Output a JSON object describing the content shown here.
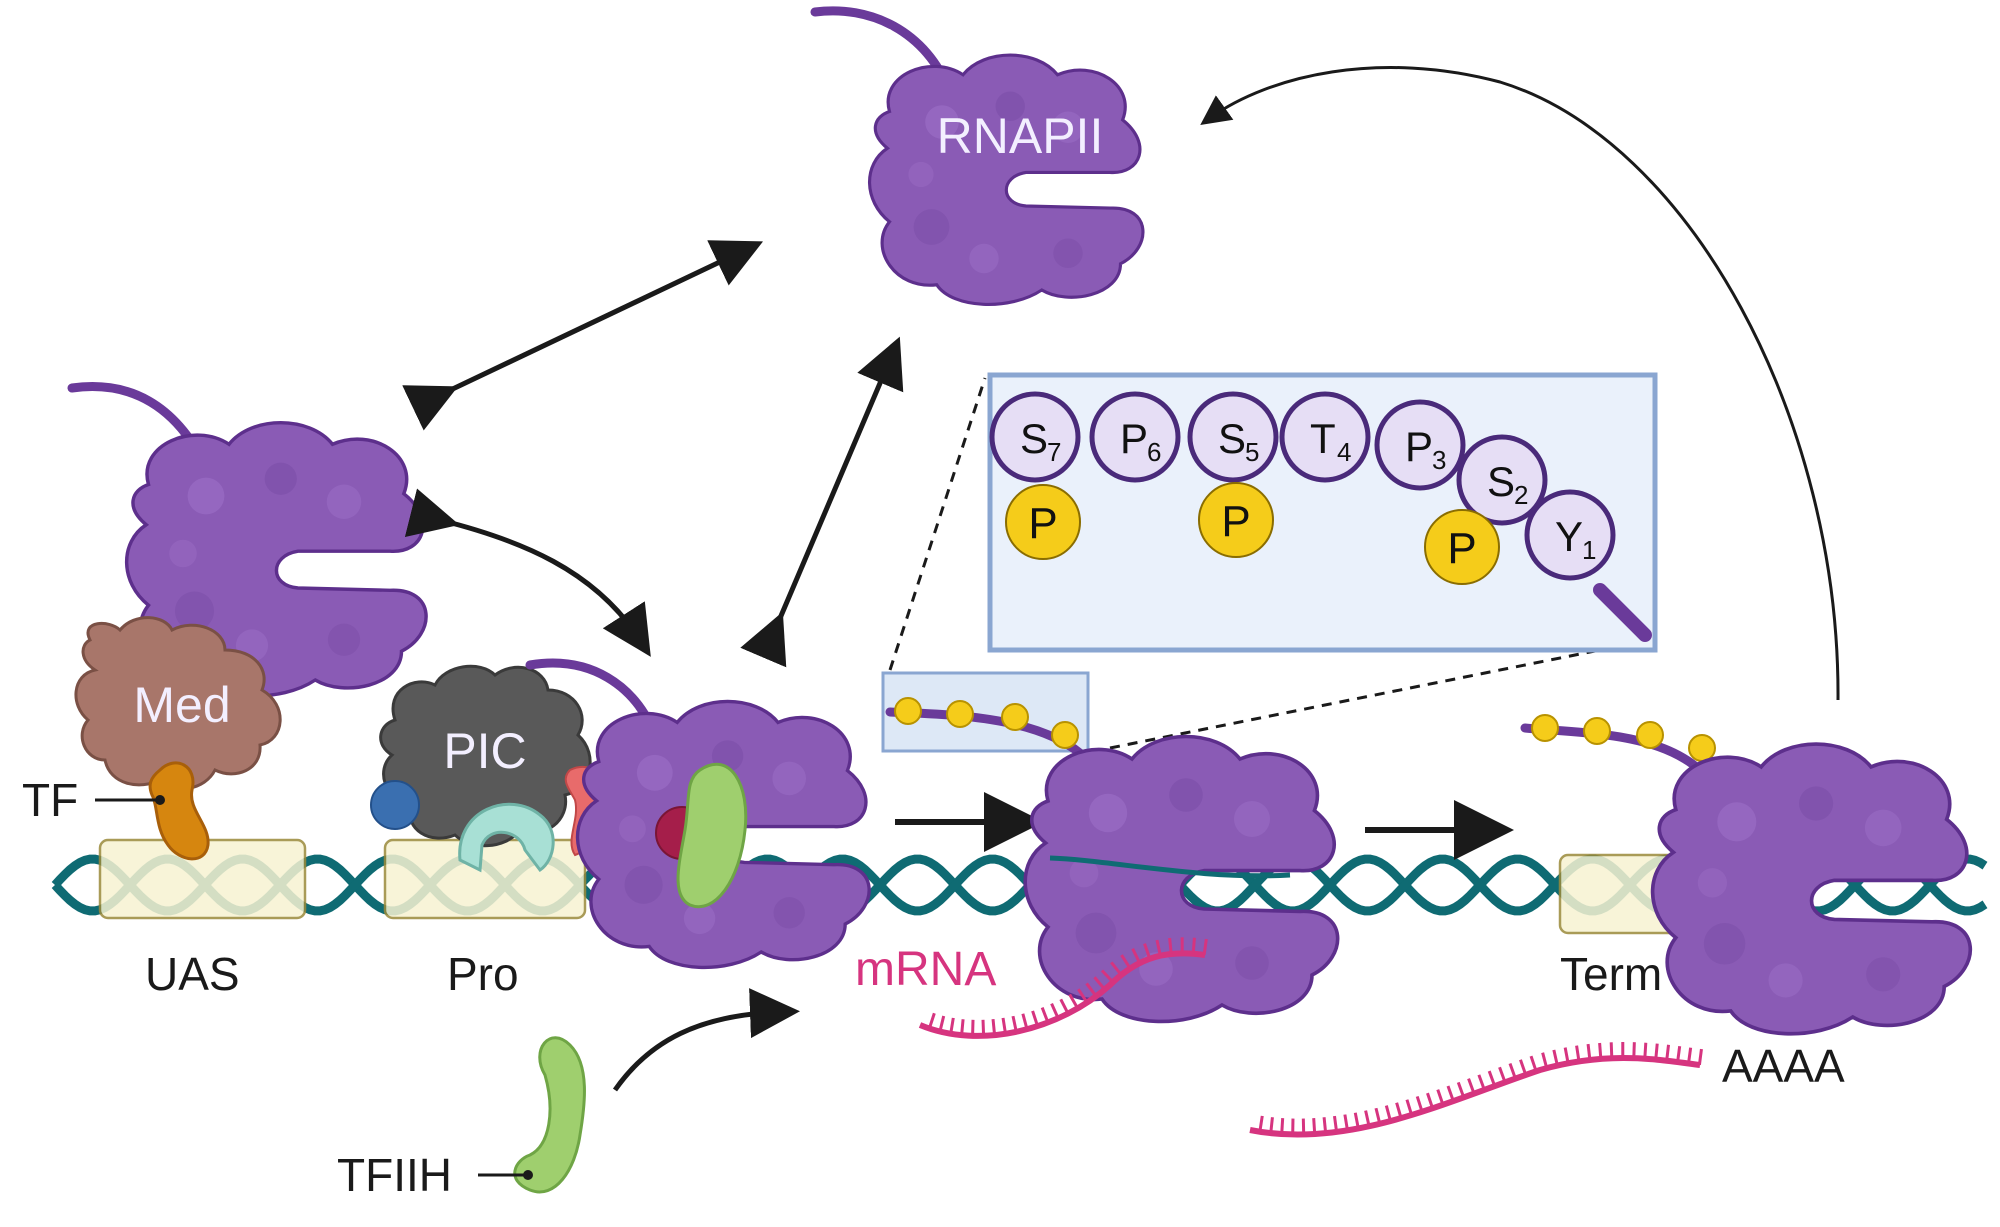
{
  "labels": {
    "rnapii": "RNAPII",
    "med": "Med",
    "pic": "PIC",
    "tf": "TF",
    "uas": "UAS",
    "pro": "Pro",
    "mrna": "mRNA",
    "term": "Term",
    "tfiih": "TFIIH",
    "polya": "AAAA"
  },
  "ctd": {
    "residues": [
      {
        "letter": "S",
        "sub": "7",
        "phosphorylated": true
      },
      {
        "letter": "P",
        "sub": "6",
        "phosphorylated": false
      },
      {
        "letter": "S",
        "sub": "5",
        "phosphorylated": true
      },
      {
        "letter": "T",
        "sub": "4",
        "phosphorylated": false
      },
      {
        "letter": "P",
        "sub": "3",
        "phosphorylated": false
      },
      {
        "letter": "S",
        "sub": "2",
        "phosphorylated": true
      },
      {
        "letter": "Y",
        "sub": "1",
        "phosphorylated": false
      }
    ],
    "phospho_label": "P"
  },
  "colors": {
    "polymerase": "#8a5bb5",
    "polymerase_stroke": "#5d2f8c",
    "dna": "#0f6b73",
    "mrna": "#d6347f",
    "phospho": "#f5cc1a",
    "residue_fill": "#e6def5",
    "mediator": "#a8766a",
    "pic": "#595959",
    "tf": "#d6860f",
    "tfiih": "#9fcf6e",
    "box_fill": "#eaf1fb",
    "box_stroke": "#8aa6d1",
    "element_box": "#f7f3d2"
  }
}
